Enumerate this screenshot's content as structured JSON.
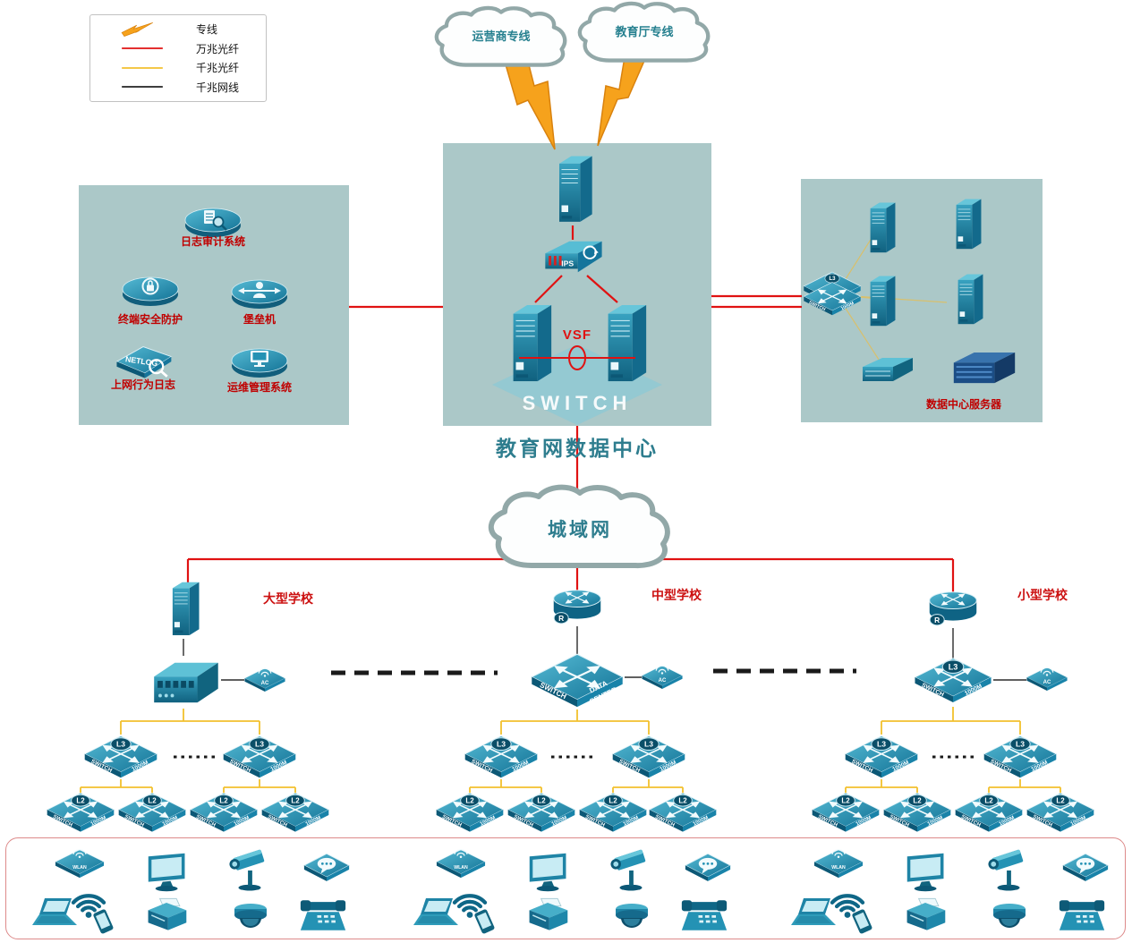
{
  "legend": {
    "items": [
      {
        "label": "专线"
      },
      {
        "label": "万兆光纤"
      },
      {
        "label": "千兆光纤"
      },
      {
        "label": "千兆网线"
      }
    ]
  },
  "clouds": {
    "carrier": "运营商专线",
    "education": "教育厅专线",
    "metro": "城域网"
  },
  "dataCenter": {
    "title": "教育网数据中心",
    "ips": "IPS",
    "vsf": "VSF",
    "watermark": "SWITCH"
  },
  "securityBox": {
    "logAudit": "日志审计系统",
    "terminalProtect": "终端安全防护",
    "bastion": "堡垒机",
    "netlogBadge": "NETLOG",
    "netLog": "上网行为日志",
    "opsMgmt": "运维管理系统"
  },
  "serverBox": {
    "title": "数据中心服务器"
  },
  "switches": {
    "l3": "L3",
    "l2": "L2",
    "left": "SWITCH",
    "right": "1000M"
  },
  "mediumCore": {
    "left": "SWITCH",
    "right1": "DATA",
    "right2": "CENTER"
  },
  "router": {
    "badge": "R"
  },
  "ac": {
    "label": "AC"
  },
  "ap": {
    "label": "WLAN"
  },
  "schools": [
    {
      "name": "大型学校"
    },
    {
      "name": "中型学校"
    },
    {
      "name": "小型学校"
    }
  ]
}
